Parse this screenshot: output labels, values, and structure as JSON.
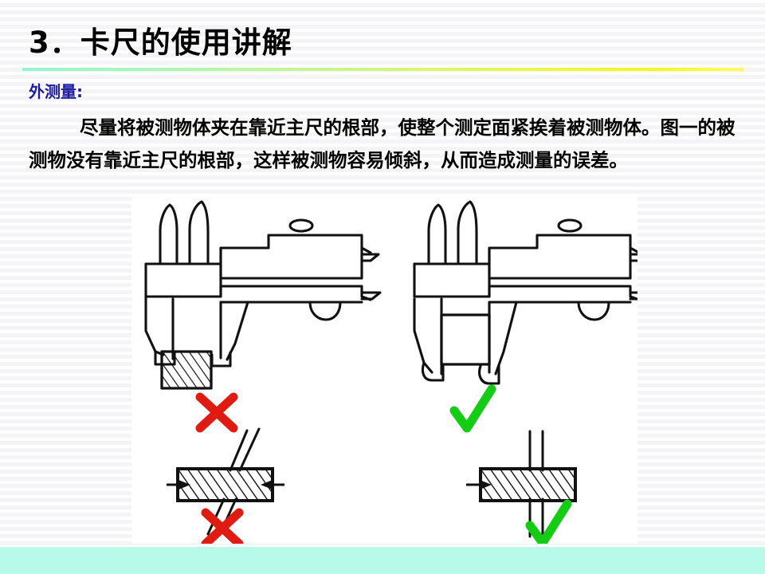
{
  "slide": {
    "title": "3．卡尺的使用讲解",
    "subheading": "外测量:",
    "body_text": "尽量将被测物体夹在靠近主尺的根部，使整个测定面紧挨着被测物体。图一的被测物没有靠近主尺的根部，这样被测物容易倾斜，从而造成测量的误差。",
    "colors": {
      "title_text": "#000000",
      "subheading_text": "#1b1b9e",
      "body_text": "#000000",
      "rule_gradient_start": "#93f6d2",
      "rule_gradient_end": "#f7f71e",
      "footer_band": "#b8fae9",
      "slide_background": "#fdfdfd",
      "wrong_mark": "#e01b12",
      "correct_mark": "#14cc14",
      "line_art": "#000000"
    }
  },
  "figure": {
    "caption_marks": [
      {
        "id": "top-left-mark",
        "symbol": "✗",
        "meaning": "incorrect"
      },
      {
        "id": "top-right-mark",
        "symbol": "✓",
        "meaning": "correct"
      },
      {
        "id": "bottom-left-mark",
        "symbol": "✗",
        "meaning": "incorrect"
      },
      {
        "id": "bottom-right-mark",
        "symbol": "✓",
        "meaning": "correct"
      }
    ],
    "panels": [
      {
        "id": "caliper-wrong",
        "title": "vernier caliper with workpiece held at jaw tips",
        "mark": "✗"
      },
      {
        "id": "caliper-correct",
        "title": "vernier caliper with workpiece held at jaw root",
        "mark": "✓"
      },
      {
        "id": "block-tilted",
        "title": "hatched block measured with tilted caliper jaws",
        "mark": "✗"
      },
      {
        "id": "block-square",
        "title": "hatched block measured with square caliper jaws",
        "mark": "✓"
      }
    ]
  }
}
